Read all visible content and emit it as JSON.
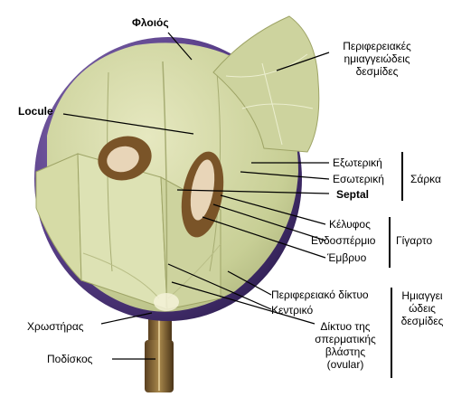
{
  "labels": {
    "skin": "Φλοιός",
    "peripheral_bundles": [
      "Περιφερειακές",
      "ημιαγγειώδεις",
      "δεσμίδες"
    ],
    "locule": "Locule",
    "outer": "Εξωτερική",
    "inner": "Εσωτερική",
    "septal": "Septal",
    "flesh_group": "Σάρκα",
    "seed_coat": "Κέλυφος",
    "endosperm": "Ενδοσπέρμιο",
    "embryo": "Έμβρυο",
    "seed_group": "Γίγαρτο",
    "peripheral_network": "Περιφερειακό δίκτυο",
    "central": "Κεντρικό",
    "ovular": [
      "Δίκτυο της",
      "σπερματικής",
      "βλάστης",
      "(ovular)"
    ],
    "vascular_group": [
      "Ημιαγγει",
      "ώδεις",
      "δεσμίδες"
    ],
    "brush": "Χρωστήρας",
    "pedicel": "Ποδίσκος"
  },
  "colors": {
    "skin": "#5a3f8a",
    "flesh": "#c8cf96",
    "flesh_light": "#dfe3b6",
    "seed_coat": "#7a5428",
    "endosperm": "#e8d5b8",
    "pedicel": "#8a6a3a"
  }
}
